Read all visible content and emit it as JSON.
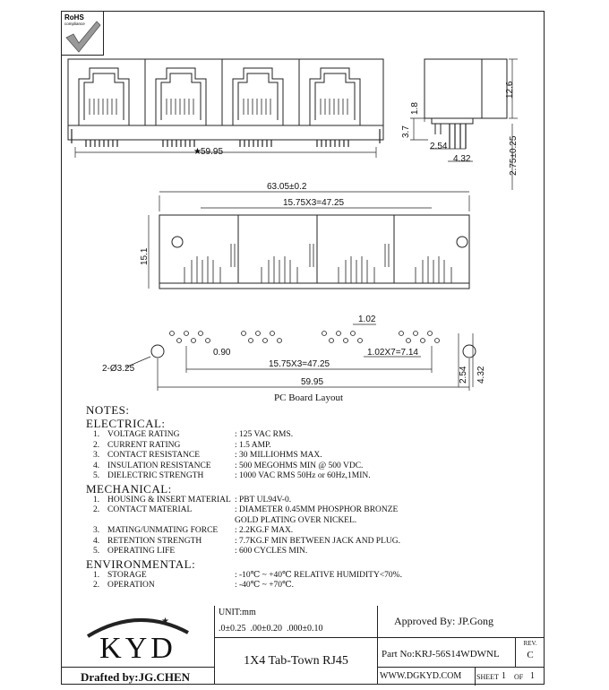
{
  "badge": {
    "title": "RoHS",
    "subtitle": "compliance"
  },
  "dimensions": {
    "front_width": "59.95",
    "side_height": "12.6",
    "side_tab": "1.8",
    "side_base": "3.7",
    "side_pitch": "2.54",
    "side_depth": "4.32",
    "side_pin": "2.75±0.25",
    "bottom_width": "63.05±0.2",
    "bottom_pitch": "15.75X3=47.25",
    "bottom_height": "15.1",
    "pcb_pitch_small": "1.02",
    "pcb_hole": "0.90",
    "pcb_mount": "2-Ø3.25",
    "pcb_row": "1.02X7=7.14",
    "pcb_pitch": "15.75X3=47.25",
    "pcb_width": "59.95",
    "pcb_v1": "2.54",
    "pcb_v2": "4.32",
    "pcb_caption": "PC Board Layout"
  },
  "notes": {
    "title": "NOTES:",
    "electrical": {
      "heading": "ELECTRICAL:",
      "items": [
        {
          "n": "1.",
          "label": "VOLTAGE RATING",
          "value": ": 125 VAC RMS."
        },
        {
          "n": "2.",
          "label": "CURRENT RATING",
          "value": ": 1.5 AMP."
        },
        {
          "n": "3.",
          "label": "CONTACT RESISTANCE",
          "value": ": 30 MILLIOHMS MAX."
        },
        {
          "n": "4.",
          "label": "INSULATION RESISTANCE",
          "value": ": 500 MEGOHMS MIN @ 500 VDC."
        },
        {
          "n": "5.",
          "label": "DIELECTRIC STRENGTH",
          "value": ": 1000 VAC RMS 50Hz or 60Hz,1MIN."
        }
      ]
    },
    "mechanical": {
      "heading": "MECHANICAL:",
      "items": [
        {
          "n": "1.",
          "label": "HOUSING & INSERT MATERIAL",
          "value": ": PBT UL94V-0."
        },
        {
          "n": "2.",
          "label": "CONTACT MATERIAL",
          "value": ": DIAMETER 0.45MM PHOSPHOR BRONZE",
          "cont": "GOLD PLATING OVER NICKEL."
        },
        {
          "n": "3.",
          "label": "MATING/UNMATING FORCE",
          "value": ": 2.2KG.F MAX."
        },
        {
          "n": "4.",
          "label": "RETENTION STRENGTH",
          "value": ": 7.7KG.F MIN BETWEEN JACK AND PLUG."
        },
        {
          "n": "5.",
          "label": "OPERATING LIFE",
          "value": ": 600 CYCLES MIN."
        }
      ]
    },
    "environmental": {
      "heading": "ENVIRONMENTAL:",
      "items": [
        {
          "n": "1.",
          "label": "STORAGE",
          "value": ": -10℃ ~ +40℃ RELATIVE HUMIDITY<70%."
        },
        {
          "n": "2.",
          "label": "OPERATION",
          "value": ": -40℃ ~ +70℃."
        }
      ]
    }
  },
  "title_block": {
    "logo": "KYD",
    "drafted_by": "Drafted by:JG.CHEN",
    "unit": "UNIT:mm",
    "tolerances": ".0±0.25  .00±0.20  .000±0.10",
    "description": "1X4 Tab-Town RJ45",
    "approved_by": "Approved By: JP.Gong",
    "part_no": "Part No:KRJ-56S14WDWNL",
    "rev_label": "REV.",
    "rev": "C",
    "website": "WWW.DGKYD.COM",
    "sheet_label": "SHEET",
    "sheet": "1",
    "of_label": "OF",
    "sheet_total": "1"
  }
}
